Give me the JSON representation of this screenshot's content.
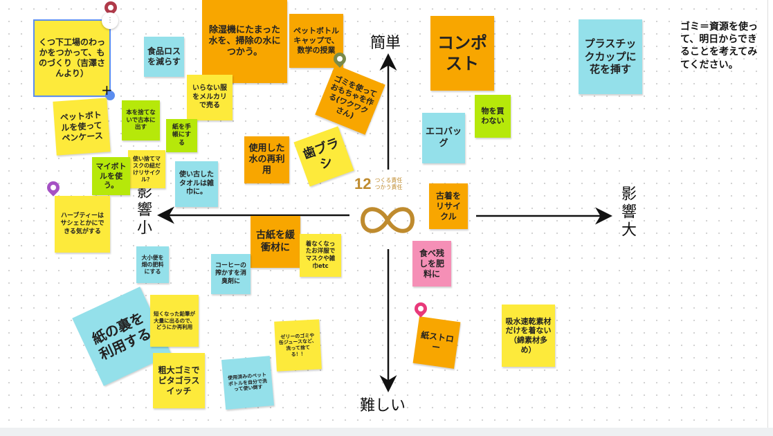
{
  "instruction": "ゴミ＝資源を使って、明日からできることを考えてみてください。",
  "axes": {
    "top": "簡単",
    "bottom": "難しい",
    "left": "影響小",
    "right": "影響大"
  },
  "sdg": {
    "number": "12",
    "line1": "つくる責任",
    "line2": "つかう責任",
    "color": "#bf8b2e"
  },
  "notes": [
    "くつ下工場のわっかをつかって、ものづくり（吉澤さんより）",
    "食品ロスを減らす",
    "除湿機にたまった水を、掃除の水につかう。",
    "ペットボトルキャップで、数学の授業",
    "ゴミを使っておもちゃを作る(ワクワクさん)",
    "いらない服をメルカリで売る",
    "ペットボトルを使ってペンケース",
    "本を捨てないで古本に出す",
    "紙を手帳にする",
    "使用した水の再利用",
    "歯ブラシ",
    "使い捨てマスクの紐だけリサイクル？",
    "マイボトルを使う。",
    "使い古したタオルは雑巾に。",
    "ハーブティーはサシェとかにできる気がする",
    "古紙を緩衝材に",
    "着なくなったお洋服でマスクや雑巾etc",
    "大小便を畑の肥料にする",
    "コーヒーの搾かすを消臭剤に",
    "紙の裏を利用する",
    "短くなった鉛筆が大量に出るので、どうにか再利用",
    "粗大ゴミでピタゴラスイッチ",
    "使用済みのペットボトルを自分で洗って使い倒す",
    "ゼリーのゴミや缶ジュースなど、洗って捨てる！！",
    "コンポスト",
    "プラスチックカップに花を挿す",
    "物を買わない",
    "エコバッグ",
    "古着をリサイクル",
    "食べ残しを肥料に",
    "紙ストロー",
    "吸水速乾素材だけを着ない（綿素材多め）"
  ],
  "colors": {
    "yellow": "#fdea3b",
    "orange": "#f8a600",
    "blue": "#94e0ea",
    "green": "#b6e80a",
    "pink": "#f58fb6",
    "selection": "#5b8def"
  }
}
